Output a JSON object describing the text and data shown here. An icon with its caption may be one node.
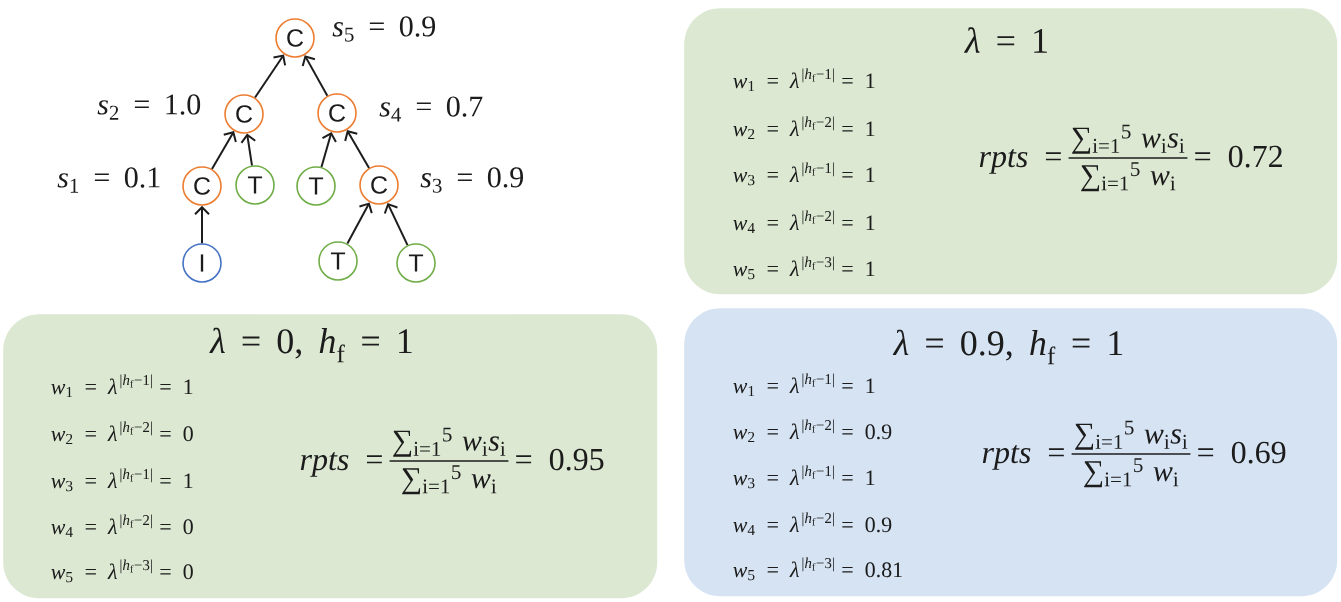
{
  "diagram": {
    "nodes": [
      {
        "text": [
          "C"
        ],
        "beside": [
          "*s*$_{5}$ = 0.9"
        ]
      },
      {
        "text": [
          "C"
        ],
        "beside": [
          "*s*$_{2}$ = 1.0"
        ]
      },
      {
        "text": [
          "C"
        ],
        "beside": [
          "*s*$_{4}$ = 0.7"
        ]
      },
      {
        "text": [
          "C"
        ],
        "beside": [
          "*s*$_{1}$ = 0.1"
        ]
      },
      {
        "text": [
          "T"
        ]
      },
      {
        "text": [
          "T"
        ]
      },
      {
        "text": [
          "C"
        ],
        "beside": [
          "*s*$_{3}$ = 0.9"
        ]
      },
      {
        "text": [
          "I"
        ]
      },
      {
        "text": [
          "T"
        ]
      },
      {
        "text": [
          "T"
        ]
      },
      {
        "text": [
          "*λ* = 1",
          "*w*$_{1}$ = *λ*",
          "|*h*$_{f}$−1|",
          "= 1",
          "*w*$_{2}$ = *λ*",
          "|*h*$_{f}$−2|",
          "= 1",
          "*w*$_{3}$ = *λ*",
          "|*h*$_{f}$−1|",
          "= 1",
          "*w*$_{4}$ = *λ*",
          "|*h*$_{f}$−2|",
          "= 1",
          "*w*$_{5}$ = *λ*",
          "|*h*$_{f}$−3|",
          "= 1",
          "*rpts* =",
          "∑$_{i=1}$$^{5}$ *w*$_{i}$*s*$_{i}$",
          "∑$_{i=1}$$^{5}$ *w*$_{i}$",
          "= 0.72"
        ]
      },
      {
        "text": [
          "*λ* = 0, *h*$_{f}$ = 1",
          "*w*$_{1}$ = *λ*",
          "|*h*$_{f}$−1|",
          "= 1",
          "*w*$_{2}$ = *λ*",
          "|*h*$_{f}$−2|",
          "= 0",
          "*w*$_{3}$ = *λ*",
          "|*h*$_{f}$−1|",
          "= 1",
          "*w*$_{4}$ = *λ*",
          "|*h*$_{f}$−2|",
          "= 0",
          "*w*$_{5}$ = *λ*",
          "|*h*$_{f}$−3|",
          "= 0",
          "*rpts* =",
          "∑$_{i=1}$$^{5}$ *w*$_{i}$*s*$_{i}$",
          "∑$_{i=1}$$^{5}$ *w*$_{i}$",
          "= 0.95"
        ]
      },
      {
        "text": [
          "*λ* = 0.9, *h*$_{f}$ = 1",
          "*w*$_{1}$ = *λ*",
          "|*h*$_{f}$−1|",
          "= 1",
          "*w*$_{2}$ = *λ*",
          "|*h*$_{f}$−2|",
          "= 0.9",
          "*w*$_{3}$ = *λ*",
          "|*h*$_{f}$−1|",
          "= 1",
          "*w*$_{4}$ = *λ*",
          "|*h*$_{f}$−2|",
          "= 0.9",
          "*w*$_{5}$ = *λ*",
          "|*h*$_{f}$−3|",
          "= 0.81",
          "*rpts* =",
          "∑$_{i=1}$$^{5}$ *w*$_{i}$*s*$_{i}$",
          "∑$_{i=1}$$^{5}$ *w*$_{i}$",
          "= 0.69"
        ]
      }
    ],
    "edges": [
      {
        "from": 1,
        "to": 0,
        "arrow": "to"
      },
      {
        "from": 2,
        "to": 0,
        "arrow": "to"
      },
      {
        "from": 3,
        "to": 1,
        "arrow": "to"
      },
      {
        "from": 4,
        "to": 1,
        "arrow": "to"
      },
      {
        "from": 5,
        "to": 2,
        "arrow": "to"
      },
      {
        "from": 6,
        "to": 2,
        "arrow": "to"
      },
      {
        "from": 7,
        "to": 3,
        "arrow": "to"
      },
      {
        "from": 8,
        "to": 6,
        "arrow": "to"
      },
      {
        "from": 9,
        "to": 6,
        "arrow": "to"
      }
    ]
  }
}
